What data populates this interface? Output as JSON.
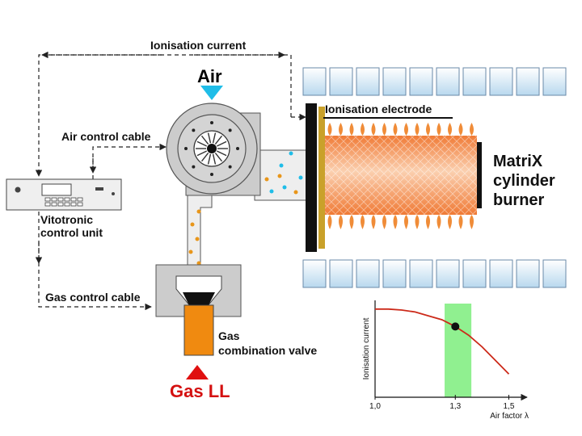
{
  "labels": {
    "ionisation_current": "Ionisation current",
    "air": "Air",
    "ionisation_electrode": "Ionisation electrode",
    "air_control_cable": "Air control cable",
    "burner_line1": "MatriX",
    "burner_line2": "cylinder",
    "burner_line3": "burner",
    "vitotronic_line1": "Vitotronic",
    "vitotronic_line2": "control unit",
    "gas_control_cable": "Gas control cable",
    "gas_valve_line1": "Gas",
    "gas_valve_line2": "combination valve",
    "gas_ll": "Gas LL"
  },
  "colors": {
    "air_arrow": "#1fbde8",
    "gas_arrow": "#e01010",
    "gas_valve": "#f08a10",
    "highlight_band": "#90f090",
    "curve": "#cc2a1a",
    "cyan_particles": "#1fbde8",
    "orange_particles": "#e8961a"
  },
  "chart_data": {
    "type": "line",
    "xlabel": "Air factor λ",
    "ylabel": "Ionisation current",
    "x_ticks": [
      "1,0",
      "1,3",
      "1,5"
    ],
    "x_tick_values": [
      1.0,
      1.3,
      1.5
    ],
    "xlim": [
      1.0,
      1.55
    ],
    "ylim": [
      0,
      1
    ],
    "series": [
      {
        "x": [
          1.0,
          1.05,
          1.1,
          1.15,
          1.2,
          1.25,
          1.3,
          1.35,
          1.4,
          1.45,
          1.5
        ],
        "y": [
          0.91,
          0.91,
          0.9,
          0.88,
          0.84,
          0.8,
          0.73,
          0.64,
          0.52,
          0.38,
          0.24
        ]
      }
    ],
    "highlight_range": [
      1.26,
      1.36
    ],
    "marker": {
      "x": 1.3,
      "y": 0.73
    }
  }
}
